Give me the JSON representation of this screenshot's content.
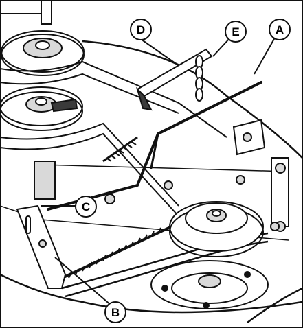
{
  "figure": {
    "callouts": {
      "a": "A",
      "b": "B",
      "c": "C",
      "d": "D",
      "e": "E"
    }
  },
  "colors": {
    "ink": "#111111",
    "paper": "#ffffff",
    "shade": "#d9d9d9",
    "dark": "#3a3a3a"
  }
}
